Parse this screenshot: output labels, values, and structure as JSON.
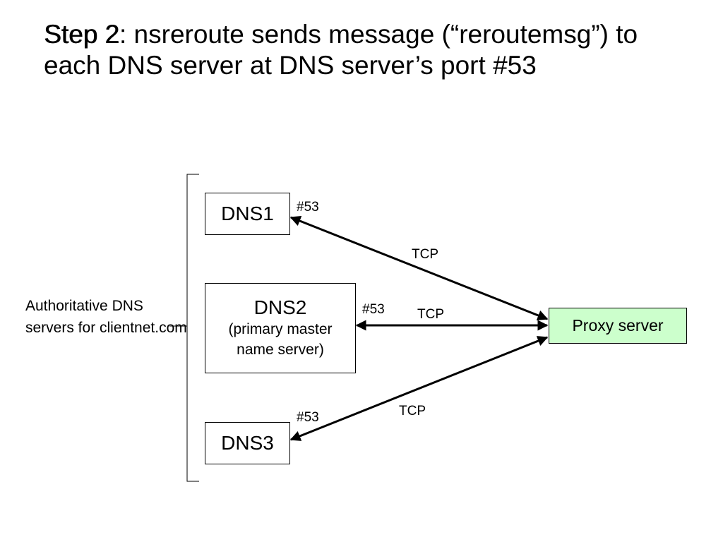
{
  "slide": {
    "title_step": "Step 2",
    "title_rest": ": nsreroute sends message (“reroutemsg”) to each DNS server at DNS server’s port #53"
  },
  "diagram": {
    "group_label": "Authoritative DNS servers for clientnet.com",
    "servers": {
      "dns1": {
        "name": "DNS1",
        "port": "#53"
      },
      "dns2": {
        "name": "DNS2",
        "subtitle": "(primary master name server)",
        "port": "#53"
      },
      "dns3": {
        "name": "DNS3",
        "port": "#53"
      }
    },
    "proxy": {
      "label": "Proxy server",
      "fill": "#ccffcc"
    },
    "links": {
      "dns1": "TCP",
      "dns2": "TCP",
      "dns3": "TCP"
    }
  }
}
